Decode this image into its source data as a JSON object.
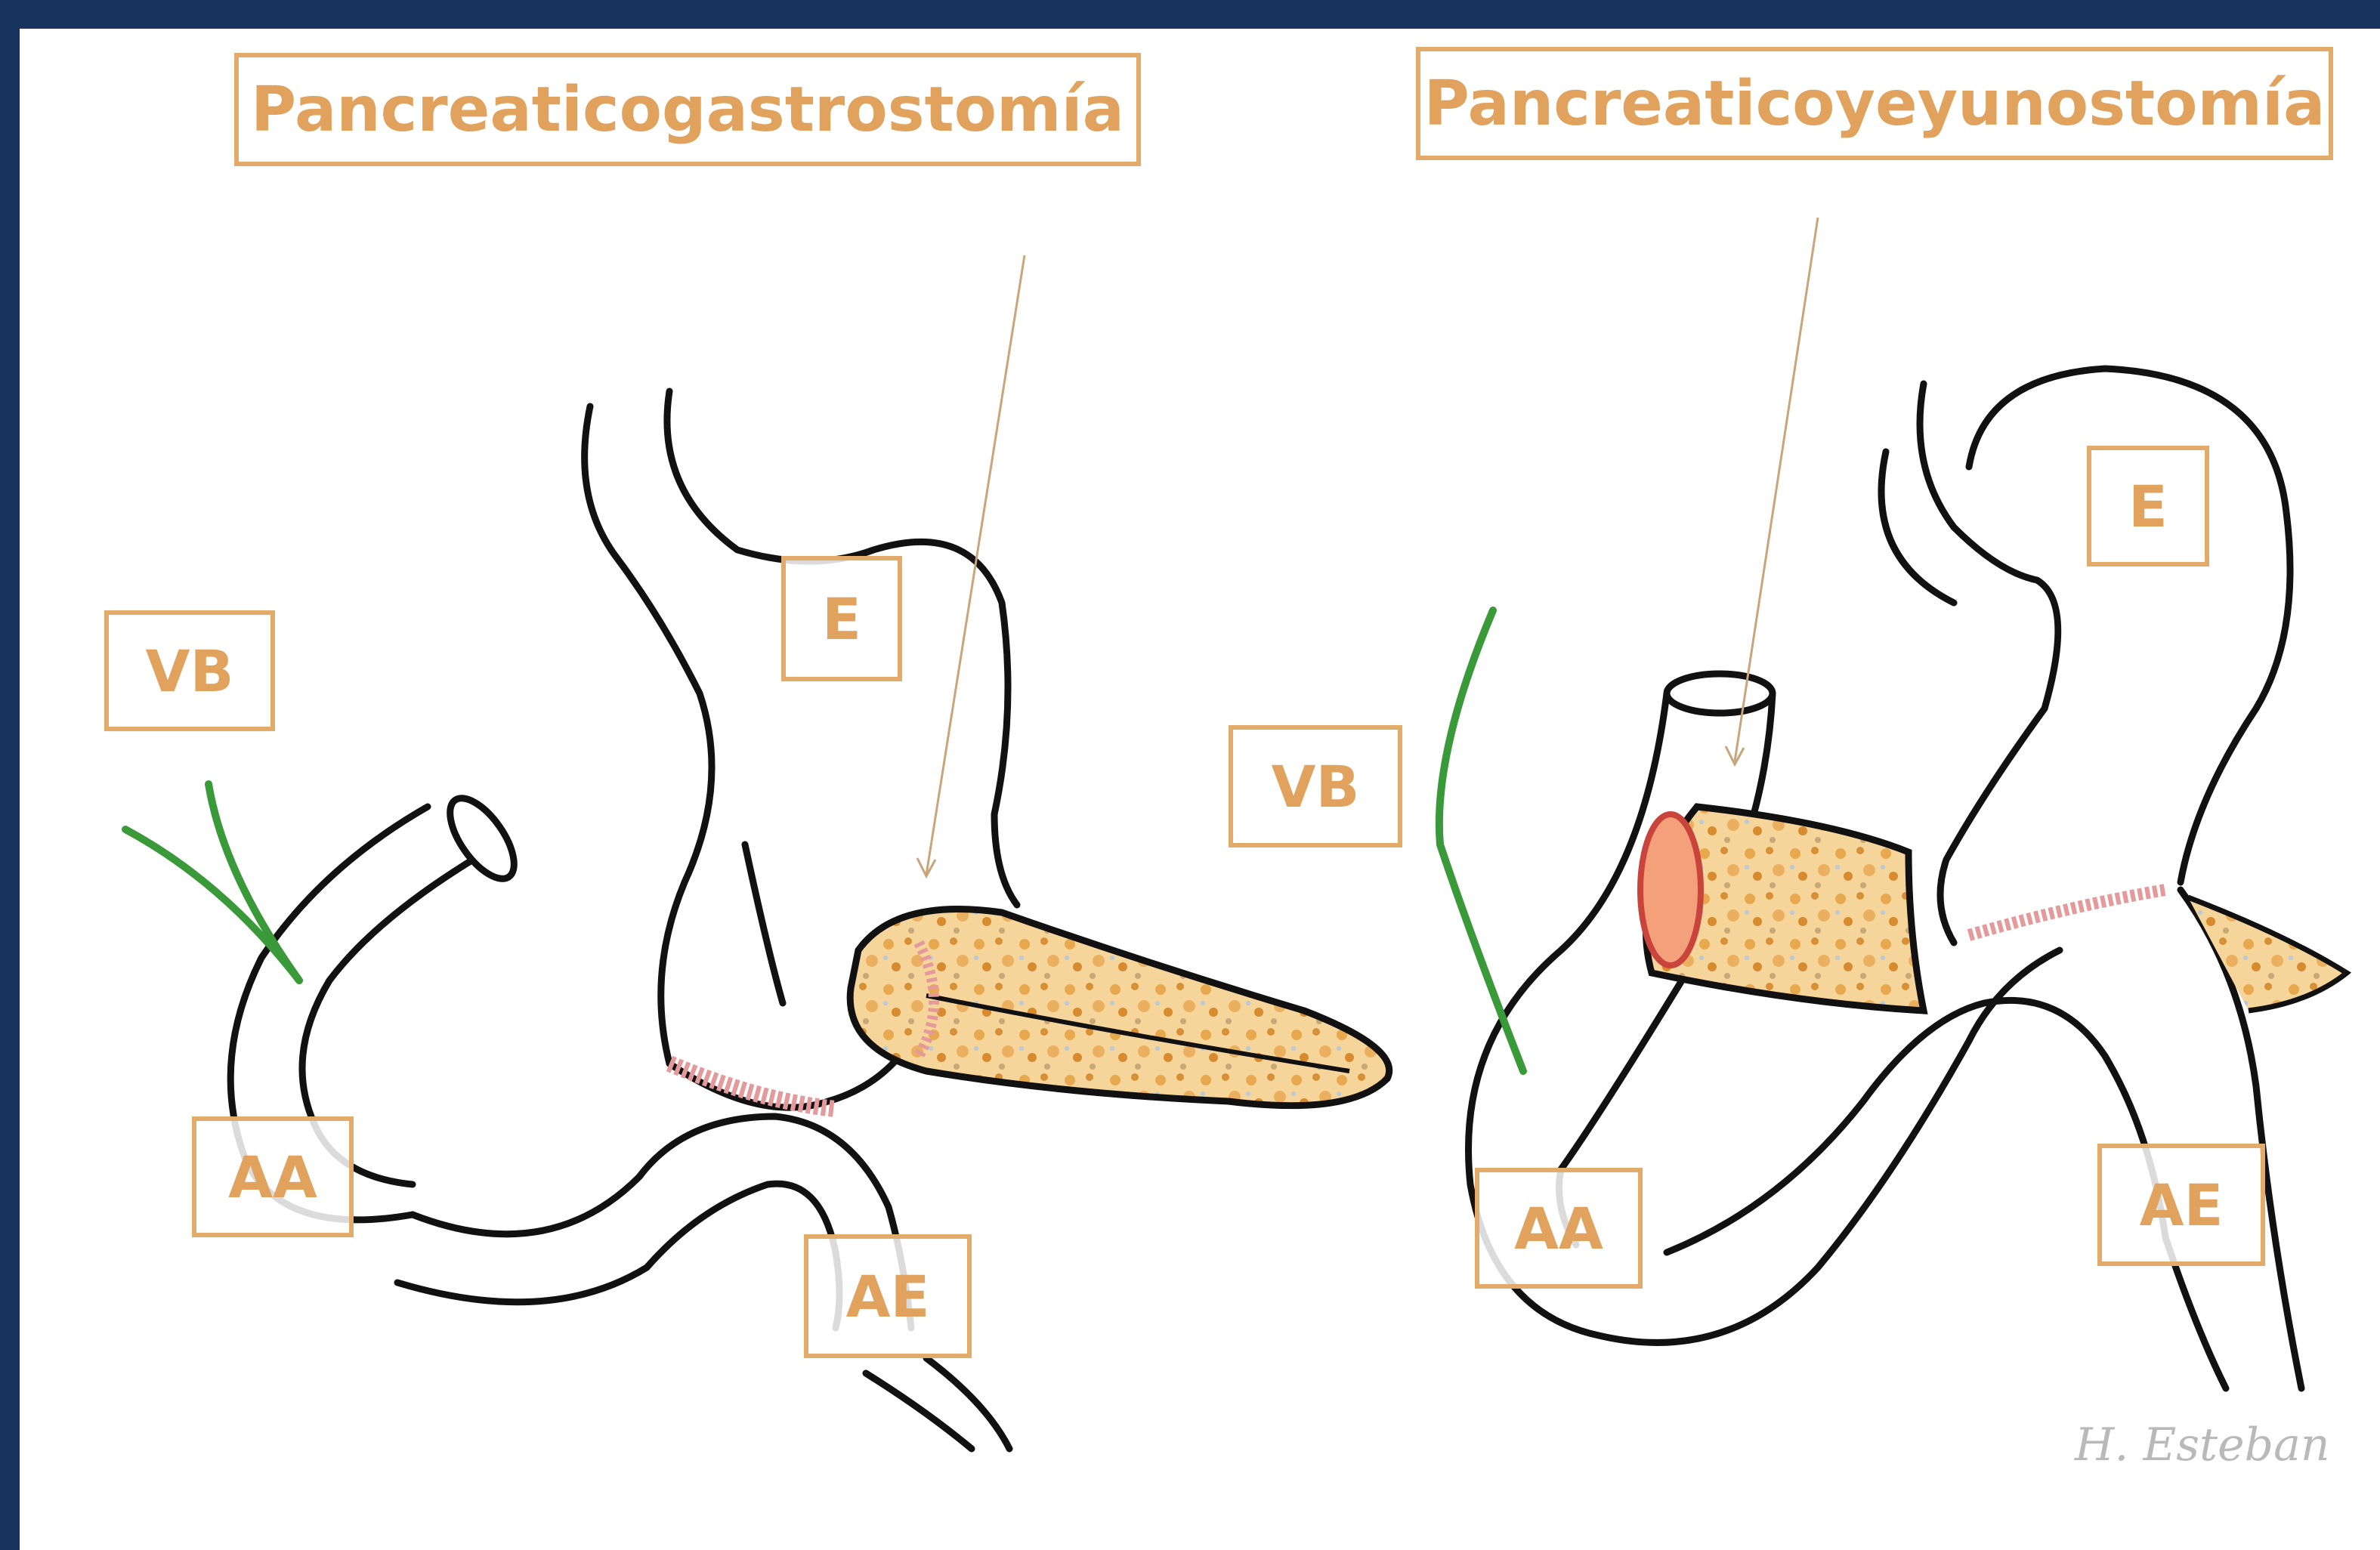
{
  "left_panel": {
    "title": "Pancreaticogastrostomía",
    "labels": {
      "vb": "VB",
      "e": "E",
      "aa": "AA",
      "ae": "AE"
    }
  },
  "right_panel": {
    "title": "Pancreaticoyeyunostomía",
    "labels": {
      "vb": "VB",
      "e": "E",
      "aa": "AA",
      "ae": "AE"
    }
  },
  "signature": "H. Esteban",
  "colors": {
    "background_frame": "#17345e",
    "label_text": "#e0a25c",
    "label_border": "#e2ab6a",
    "outline": "#111111",
    "bile_duct": "#3a9a3a",
    "anastomosis": "#e49a9a",
    "pancreas": "#f2c27a"
  }
}
